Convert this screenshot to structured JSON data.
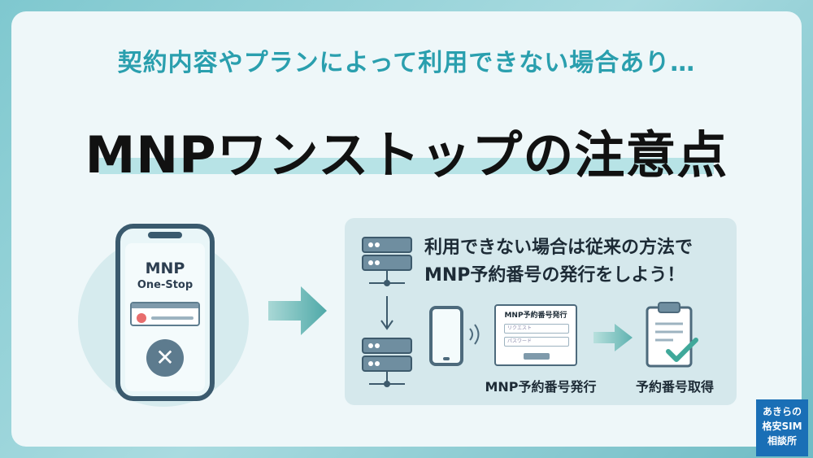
{
  "header": {
    "subtitle": "契約内容やプランによって利用できない場合あり…",
    "title": "MNPワンストップの注意点"
  },
  "phone": {
    "mnp_label": "MNP",
    "onestop_label": "One-Stop",
    "close_symbol": "✕"
  },
  "panel": {
    "message_line1": "利用できない場合は従来の方法で",
    "message_line2": "MNP予約番号の発行をしよう！",
    "form": {
      "title": "MNP予約番号発行",
      "field1": "リクエスト",
      "field2": "パスワード"
    },
    "label_issue": "MNP予約番号発行",
    "label_acquire": "予約番号取得"
  },
  "badge": {
    "line1": "あきらの",
    "line2": "格安SIM",
    "line3": "相談所"
  },
  "colors": {
    "accent": "#2a9fae",
    "dark": "#3a5a6e",
    "badge": "#1a6fb6",
    "check": "#3fa89a"
  }
}
